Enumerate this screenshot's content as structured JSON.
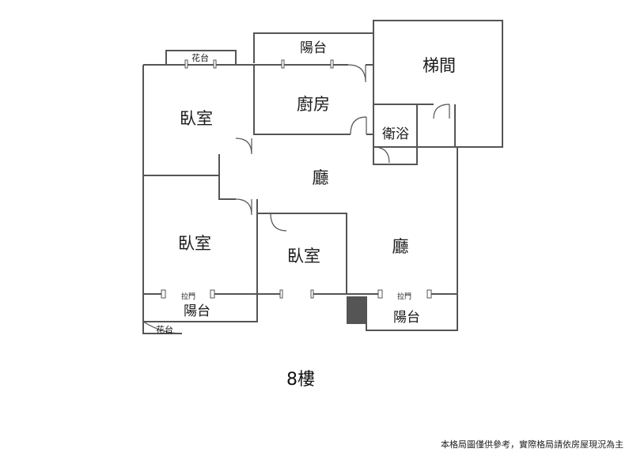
{
  "rooms": {
    "planter_top": "花台",
    "balcony_top": "陽台",
    "stairwell": "梯間",
    "bedroom_1": "臥室",
    "kitchen": "廚房",
    "bathroom": "衛浴",
    "living_upper": "廳",
    "bedroom_2": "臥室",
    "bedroom_3": "臥室",
    "living_lower": "廳",
    "sliding_door_left": "拉門",
    "sliding_door_right": "拉門",
    "balcony_left": "陽台",
    "balcony_right": "陽台",
    "planter_bottom": "花台"
  },
  "floor_label": "8樓",
  "disclaimer": "本格局圖僅供參考，實際格局請依房屋現況為主"
}
